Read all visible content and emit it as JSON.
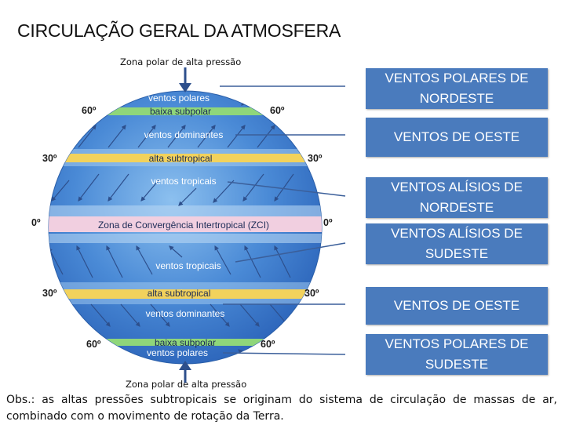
{
  "title": "CIRCULAÇÃO GERAL DA ATMOSFERA",
  "zone_top": "Zona polar de alta pressão",
  "zone_bottom": "Zona polar de alta pressão",
  "globe_labels": {
    "ventos_polares_n": "ventos polares",
    "baixa_subpolar_n": "baixa subpolar",
    "ventos_dominantes_n": "ventos dominantes",
    "alta_subtropical_n": "alta subtropical",
    "ventos_tropicais_n": "ventos tropicais",
    "zci": "Zona de Convergência Intertropical (ZCI)",
    "ventos_tropicais_s": "ventos tropicais",
    "alta_subtropical_s": "alta subtropical",
    "ventos_dominantes_s": "ventos dominantes",
    "baixa_subpolar_s": "baixa subpolar",
    "ventos_polares_s": "ventos polares"
  },
  "latitudes": {
    "n60_left": "60º",
    "n60_right": "60º",
    "n30_left": "30º",
    "n30_right": "30º",
    "eq_left": "0º",
    "eq_right": "0º",
    "s30_left": "30º",
    "s30_right": "30º",
    "s60_left": "60º",
    "s60_right": "60º"
  },
  "wind_boxes": [
    {
      "line1": "VENTOS POLARES DE",
      "line2": "NORDESTE"
    },
    {
      "line1": "VENTOS  DE OESTE",
      "line2": ""
    },
    {
      "line1": "VENTOS ALÍSIOS DE",
      "line2": "NORDESTE"
    },
    {
      "line1": "VENTOS ALÍSIOS DE",
      "line2": "SUDESTE"
    },
    {
      "line1": "VENTOS DE OESTE",
      "line2": ""
    },
    {
      "line1": "VENTOS POLARES DE",
      "line2": "SUDESTE"
    }
  ],
  "obs": "Obs.: as altas pressões subtropicais se originam do sistema de circulação de massas de ar, combinado com o movimento de rotação da Terra.",
  "colors": {
    "globe": "#3f7fd0",
    "globe_light": "#7ab3ea",
    "green_band": "#8fd67a",
    "yellow_band": "#f2d25c",
    "zci_band": "#f1cfe0",
    "box": "#4a7bbd",
    "arrow": "#2d4f8c"
  }
}
